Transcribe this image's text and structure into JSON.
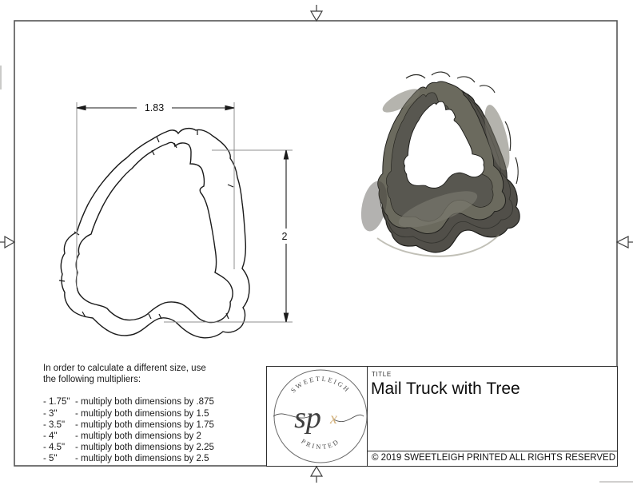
{
  "dimensions": {
    "width_label": "1.83",
    "height_label": "2"
  },
  "instructions": {
    "intro_line1": "In order to calculate a different size, use",
    "intro_line2": "the following multipliers:",
    "multipliers": [
      {
        "size": "- 1.75\"",
        "rule": "- multiply both dimensions by .875"
      },
      {
        "size": "- 3\"",
        "rule": "- multiply both dimensions by 1.5"
      },
      {
        "size": "- 3.5\"",
        "rule": "- multiply both dimensions by 1.75"
      },
      {
        "size": "- 4\"",
        "rule": "- multiply both dimensions by 2"
      },
      {
        "size": "- 4.5\"",
        "rule": "- multiply both dimensions by 2.25"
      },
      {
        "size": "- 5\"",
        "rule": "- multiply both dimensions by 2.5"
      }
    ]
  },
  "title_block": {
    "title_label": "TITLE",
    "title": "Mail Truck with Tree",
    "copyright": "© 2019  SWEETLEIGH PRINTED  ALL RIGHTS RESERVED"
  },
  "logo": {
    "top_text": "SWEETLEIGH",
    "bottom_text": "PRINTED",
    "monogram": "sp",
    "monogram_accent": "x",
    "accent_color": "#d4b27c"
  }
}
